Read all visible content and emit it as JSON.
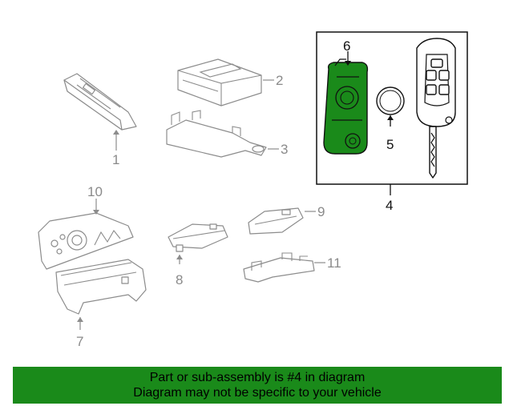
{
  "diagram": {
    "callouts": {
      "c1": "1",
      "c2": "2",
      "c3": "3",
      "c4": "4",
      "c5": "5",
      "c6": "6",
      "c7": "7",
      "c8": "8",
      "c9": "9",
      "c10": "10",
      "c11": "11"
    },
    "highlight_color": "#1a8a1a"
  },
  "banner": {
    "line1": "Part or sub-assembly is #4 in diagram",
    "line2": "Diagram may not be specific to your vehicle",
    "background": "#1a8a1a"
  }
}
